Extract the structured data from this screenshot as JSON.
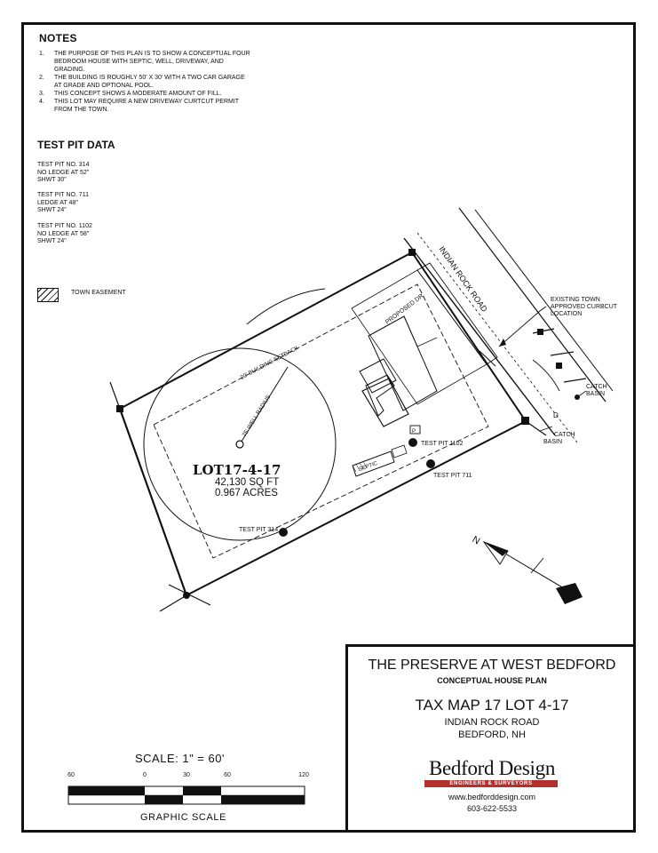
{
  "notes": {
    "title": "NOTES",
    "items": [
      {
        "num": "1.",
        "text": "THE PURPOSE OF THIS PLAN IS TO SHOW A CONCEPTUAL FOUR BEDROOM HOUSE WITH SEPTIC, WELL, DRIVEWAY, AND GRADING."
      },
      {
        "num": "2.",
        "text": "THE BUILDING IS ROUGHLY 50' X 30' WITH A TWO CAR GARAGE AT GRADE AND OPTIONAL POOL."
      },
      {
        "num": "3.",
        "text": "THIS CONCEPT SHOWS A MODERATE AMOUNT OF FILL."
      },
      {
        "num": "4.",
        "text": "THIS LOT MAY REQUIRE A NEW DRIVEWAY CURTCUT PERMIT FROM THE TOWN."
      }
    ]
  },
  "test_pit_data": {
    "title": "TEST PIT DATA",
    "pits": [
      {
        "name": "TEST PIT NO. 314",
        "ledge": "NO LEDGE AT 52\"",
        "shwt": "SHWT 30\""
      },
      {
        "name": "TEST PIT NO. 711",
        "ledge": "LEDGE AT 48\"",
        "shwt": "SHWT 24\""
      },
      {
        "name": "TEST PIT NO. 1102",
        "ledge": "NO LEDGE AT 58\"",
        "shwt": "SHWT 24\""
      }
    ]
  },
  "legend": {
    "easement_label": "TOWN EASEMENT"
  },
  "plan": {
    "road_label": "INDIAN ROCK ROAD",
    "curbcut_label_1": "EXISTING TOWN",
    "curbcut_label_2": "APPROVED CURBCUT",
    "curbcut_label_3": "LOCATION",
    "catch_basin_1a": "CATCH",
    "catch_basin_1b": "BASIN",
    "catch_basin_2a": "CATCH",
    "catch_basin_2b": "BASIN",
    "d_marker": "D",
    "proposed_drive": "PROPOSED DR.",
    "setback_label": "20' BUILDING SETBACK",
    "well_radius_label": "75' WELL RADIUS",
    "lot_number": "LOT17-4-17",
    "lot_area_sqft": "42,130 SQ FT",
    "lot_area_acres": "0.967 ACRES",
    "test_pit_314": "TEST PIT 314",
    "test_pit_711": "TEST PIT 711",
    "test_pit_1102": "TEST PIT 1102",
    "septic_label": "SEPTIC",
    "pool_label": "P",
    "north_label": "N"
  },
  "scale": {
    "label": "SCALE:  1\"  =  60'",
    "graphic_label": "GRAPHIC  SCALE",
    "ticks": [
      "60",
      "0",
      "30",
      "60",
      "120"
    ]
  },
  "title_block": {
    "project": "THE PRESERVE AT WEST BEDFORD",
    "subtitle": "CONCEPTUAL HOUSE PLAN",
    "tax_map": "TAX MAP 17 LOT 4-17",
    "road": "INDIAN ROCK ROAD",
    "town": "BEDFORD, NH",
    "company": "Bedford Design",
    "company_tagline": "ENGINEERS & SURVEYORS",
    "website": "www.bedforddesign.com",
    "phone": "603-622-5533",
    "brand_color": "#b3302c"
  }
}
